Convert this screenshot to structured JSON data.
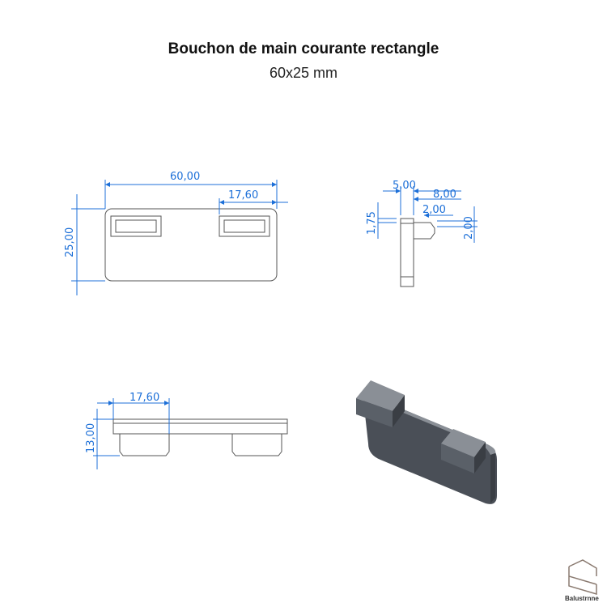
{
  "title": "Bouchon de main courante rectangle",
  "subtitle": "60x25 mm",
  "front_view": {
    "width": "60,00",
    "slot_offset": "17,60",
    "height": "25,00"
  },
  "side_view": {
    "thickness": "5,00",
    "depth": "8,00",
    "tab": "2,00",
    "offset": "1,75",
    "tab_height": "2,00"
  },
  "top_view": {
    "slot_offset": "17,60",
    "height": "13,00"
  },
  "colors": {
    "dimension": "#1c6fd8",
    "line": "#555555",
    "model": "#4a4f57"
  },
  "logo": "Balustrnne"
}
